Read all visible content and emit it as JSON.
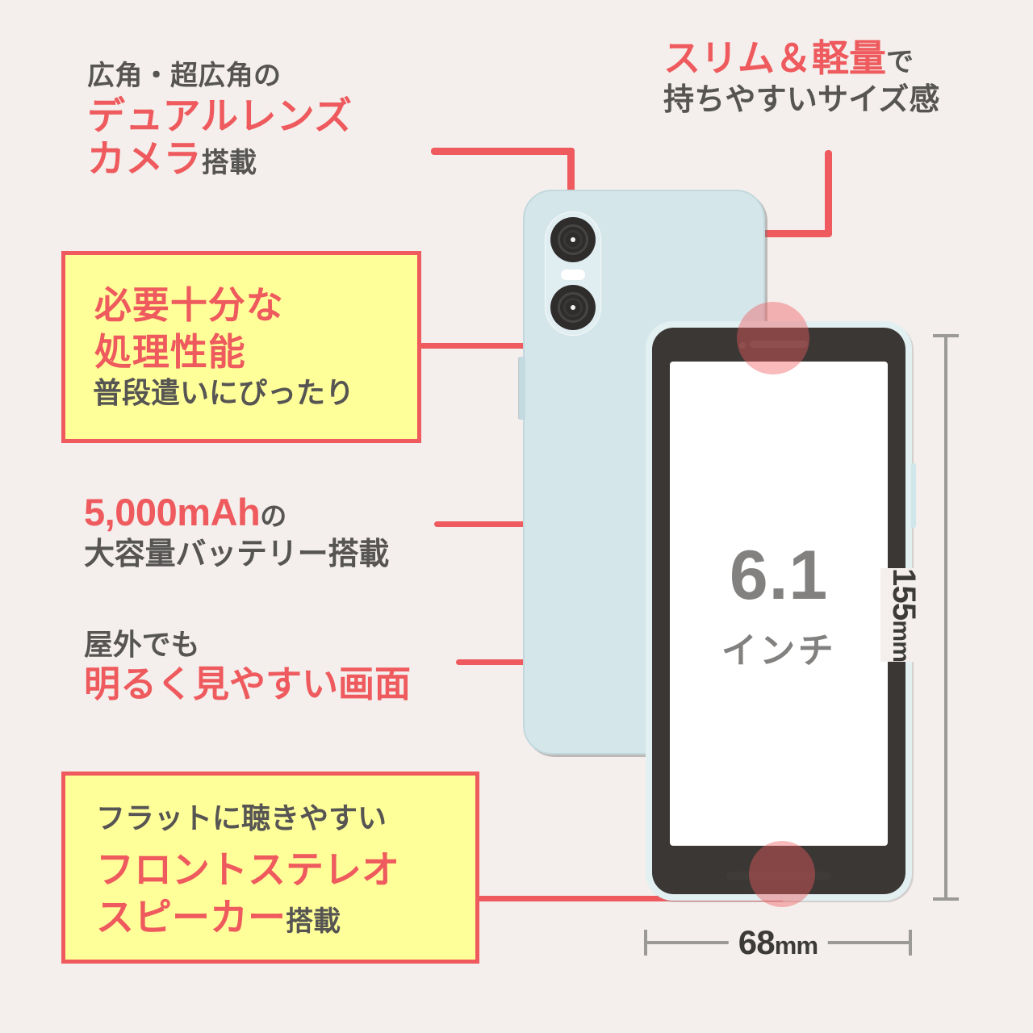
{
  "theme": {
    "background": "#f4efec",
    "accent_red": "#ee5a5d",
    "highlight_yellow": "#ffff99",
    "text_dark": "#565553",
    "phone_back_body": "#d5e6ea",
    "phone_front_body": "#e2f0f2",
    "bezel": "#3a3735",
    "ruler_gray": "#9b9a98"
  },
  "callouts": {
    "camera": {
      "line1": "広角・超広角の",
      "line2": "デュアルレンズ",
      "line3_emphasis": "カメラ",
      "line3_suffix": "搭載"
    },
    "slim": {
      "line1_emphasis": "スリム＆軽量",
      "line1_suffix": "で",
      "line2": "持ちやすいサイズ感"
    },
    "performance": {
      "line1": "必要十分な",
      "line2": "処理性能",
      "line3": "普段遣いにぴったり"
    },
    "battery": {
      "line1_emphasis": "5,000mAh",
      "line1_suffix": "の",
      "line2": "大容量バッテリー搭載"
    },
    "display": {
      "line1": "屋外でも",
      "line2": "明るく見やすい画面"
    },
    "speaker": {
      "line1": "フラットに聴きやすい",
      "line2": "フロントステレオ",
      "line3_emphasis": "スピーカー",
      "line3_suffix": "搭載"
    }
  },
  "phone": {
    "screen_size_number": "6.1",
    "screen_size_unit": "インチ"
  },
  "dimensions": {
    "height_value": "155",
    "height_unit": "mm",
    "width_value": "68",
    "width_unit": "mm"
  }
}
